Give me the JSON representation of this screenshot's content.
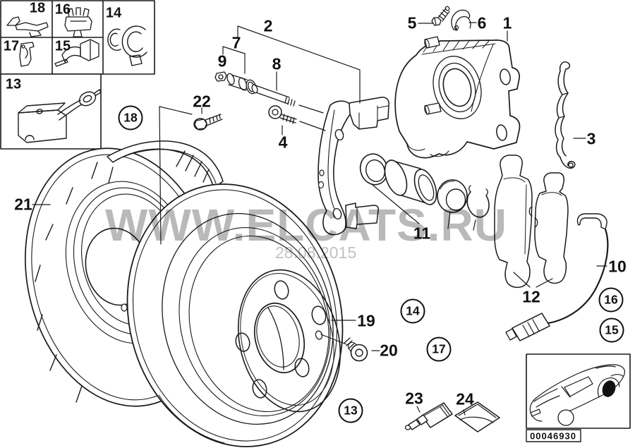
{
  "watermark": {
    "site": "WWW.ELCATS.RU",
    "date": "28.08.2015"
  },
  "inset": {
    "cells": [
      {
        "label": "18"
      },
      {
        "label": "16"
      },
      {
        "label": "14"
      },
      {
        "label": "17"
      },
      {
        "label": "15"
      },
      {
        "label": "13"
      }
    ]
  },
  "callouts": [
    {
      "num": "2"
    },
    {
      "num": "7"
    },
    {
      "num": "9"
    },
    {
      "num": "8"
    },
    {
      "num": "4"
    },
    {
      "num": "22"
    },
    {
      "num": "5"
    },
    {
      "num": "6"
    },
    {
      "num": "1"
    },
    {
      "num": "3"
    },
    {
      "num": "21"
    },
    {
      "num": "11"
    },
    {
      "num": "12"
    },
    {
      "num": "10"
    },
    {
      "num": "19"
    },
    {
      "num": "20"
    },
    {
      "num": "23"
    },
    {
      "num": "24"
    }
  ],
  "circled_callouts": [
    {
      "num": "18"
    },
    {
      "num": "14"
    },
    {
      "num": "17"
    },
    {
      "num": "13"
    },
    {
      "num": "16"
    },
    {
      "num": "15"
    }
  ],
  "footer": {
    "diagram_number": "00046930"
  },
  "colors": {
    "line": "#1a1a1a",
    "watermark": "#b9b9b9",
    "background": "#ffffff"
  }
}
